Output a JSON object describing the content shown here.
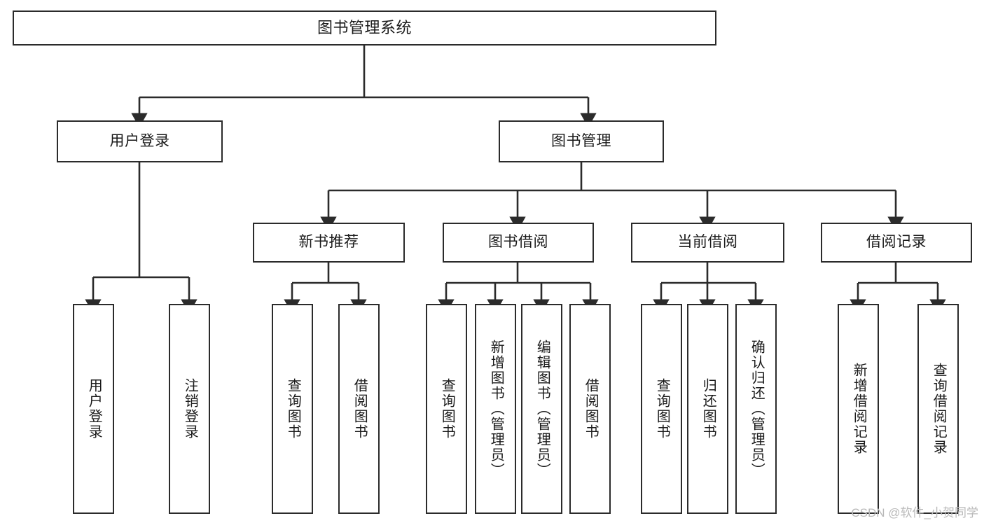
{
  "diagram": {
    "title": "图书管理系统",
    "type": "tree-hierarchy-chart",
    "colors": {
      "stroke": "#2b2b2b",
      "fill": "#ffffff",
      "text": "#1a1a1a",
      "watermark": "#b9b9b9"
    },
    "nodes": {
      "root": {
        "label": "图书管理系统"
      },
      "level1": [
        {
          "id": "user-login",
          "label": "用户登录"
        },
        {
          "id": "book-management",
          "label": "图书管理"
        }
      ],
      "level2": [
        {
          "id": "new-book-recommend",
          "label": "新书推荐"
        },
        {
          "id": "book-borrow",
          "label": "图书借阅"
        },
        {
          "id": "current-borrow",
          "label": "当前借阅"
        },
        {
          "id": "borrow-record",
          "label": "借阅记录"
        }
      ],
      "leaves": {
        "user_login": [
          {
            "id": "leaf-user-login",
            "label": "用户登录"
          },
          {
            "id": "leaf-logout-login",
            "label": "注销登录"
          }
        ],
        "new_book_recommend": [
          {
            "id": "leaf-query-book-1",
            "label": "查询图书"
          },
          {
            "id": "leaf-borrow-book-1",
            "label": "借阅图书"
          }
        ],
        "book_borrow": [
          {
            "id": "leaf-query-book-2",
            "label": "查询图书"
          },
          {
            "id": "leaf-add-book",
            "label": "新增图书（管理员）"
          },
          {
            "id": "leaf-edit-book",
            "label": "编辑图书（管理员）"
          },
          {
            "id": "leaf-borrow-book-2",
            "label": "借阅图书"
          }
        ],
        "current_borrow": [
          {
            "id": "leaf-query-book-3",
            "label": "查询图书"
          },
          {
            "id": "leaf-return-book",
            "label": "归还图书"
          },
          {
            "id": "leaf-confirm-return",
            "label": "确认归还（管理员）"
          }
        ],
        "borrow_record": [
          {
            "id": "leaf-add-record",
            "label": "新增借阅记录"
          },
          {
            "id": "leaf-query-record",
            "label": "查询借阅记录"
          }
        ]
      }
    },
    "watermark": "CSDN @软件_小贺同学"
  }
}
